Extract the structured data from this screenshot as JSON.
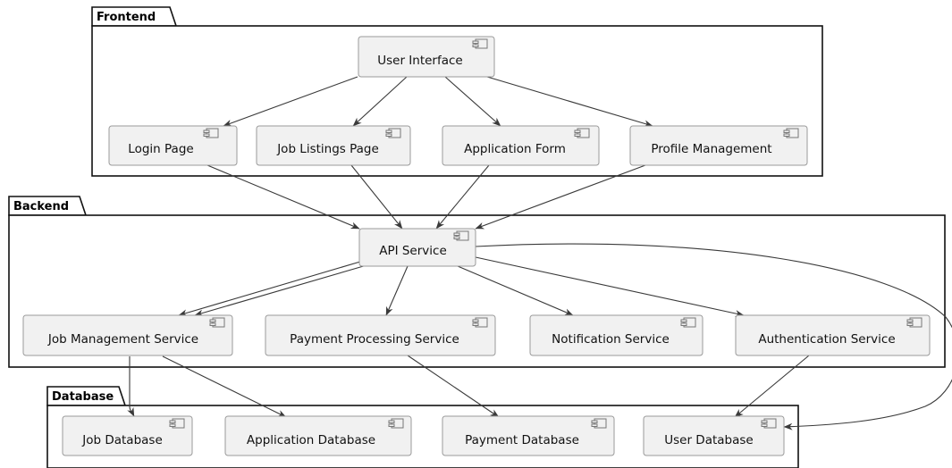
{
  "packages": {
    "frontend": {
      "label": "Frontend"
    },
    "backend": {
      "label": "Backend"
    },
    "database": {
      "label": "Database"
    }
  },
  "components": {
    "user_interface": "User Interface",
    "login_page": "Login Page",
    "job_listings_page": "Job Listings Page",
    "application_form": "Application Form",
    "profile_management": "Profile Management",
    "api_service": "API Service",
    "job_management_service": "Job Management Service",
    "payment_processing_service": "Payment Processing Service",
    "notification_service": "Notification Service",
    "authentication_service": "Authentication Service",
    "job_database": "Job Database",
    "application_database": "Application Database",
    "payment_database": "Payment Database",
    "user_database": "User Database"
  },
  "edges": [
    {
      "from": "user_interface",
      "to": "login_page"
    },
    {
      "from": "user_interface",
      "to": "job_listings_page"
    },
    {
      "from": "user_interface",
      "to": "application_form"
    },
    {
      "from": "user_interface",
      "to": "profile_management"
    },
    {
      "from": "login_page",
      "to": "api_service"
    },
    {
      "from": "job_listings_page",
      "to": "api_service"
    },
    {
      "from": "application_form",
      "to": "api_service"
    },
    {
      "from": "profile_management",
      "to": "api_service"
    },
    {
      "from": "api_service",
      "to": "job_management_service"
    },
    {
      "from": "api_service",
      "to": "job_management_service"
    },
    {
      "from": "api_service",
      "to": "payment_processing_service"
    },
    {
      "from": "api_service",
      "to": "notification_service"
    },
    {
      "from": "api_service",
      "to": "authentication_service"
    },
    {
      "from": "api_service",
      "to": "user_database"
    },
    {
      "from": "job_management_service",
      "to": "job_database"
    },
    {
      "from": "job_management_service",
      "to": "application_database"
    },
    {
      "from": "payment_processing_service",
      "to": "payment_database"
    },
    {
      "from": "authentication_service",
      "to": "user_database"
    }
  ]
}
